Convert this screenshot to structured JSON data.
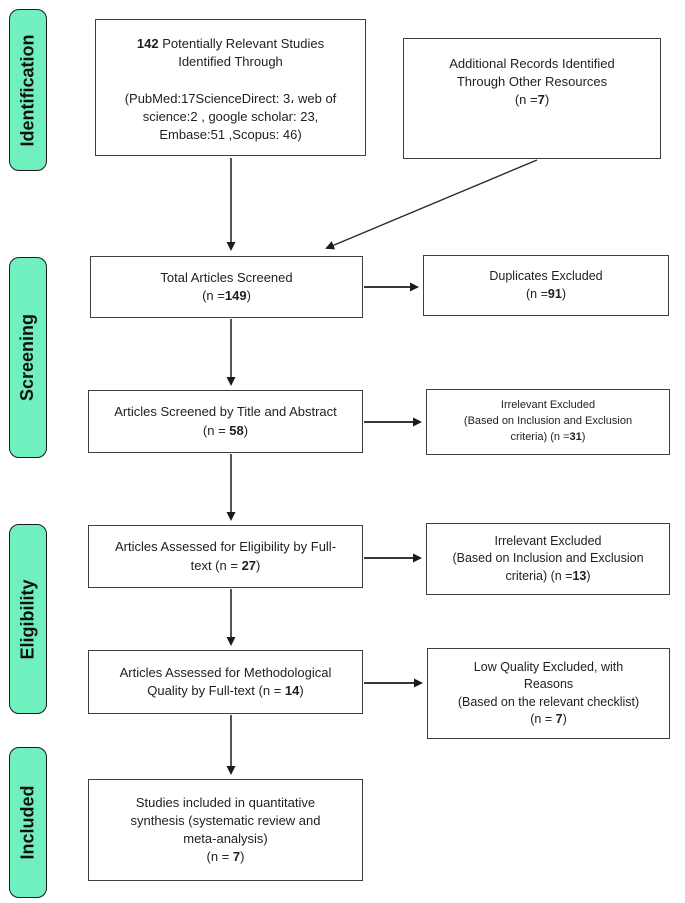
{
  "diagram": {
    "type": "prisma-flow",
    "colors": {
      "stage_fill": "#70f0be",
      "stage_border": "#1b1b1b",
      "box_border": "#3f3f3f",
      "arrow": "#2b2b2b",
      "text": "#1f1f1f"
    },
    "stages": [
      {
        "id": "identification",
        "label": "Identification"
      },
      {
        "id": "screening",
        "label": "Screening"
      },
      {
        "id": "eligibility",
        "label": "Eligibility"
      },
      {
        "id": "included",
        "label": "Included"
      }
    ],
    "boxes": {
      "identified": {
        "lines": [
          "**142** Potentially Relevant Studies",
          "Identified Through",
          "",
          "(PubMed:17ScienceDirect: 3، web of",
          "science:2 , google scholar: 23,",
          "Embase:51 ,Scopus: 46)"
        ]
      },
      "additional_records": {
        "lines": [
          "Additional Records Identified",
          "Through Other Resources",
          "(n =**7**)"
        ]
      },
      "screened_total": {
        "lines": [
          "Total Articles Screened",
          "(n =**149**)"
        ]
      },
      "duplicates_excluded": {
        "lines": [
          "Duplicates Excluded",
          "(n =**91**)"
        ]
      },
      "title_abstract_screened": {
        "lines": [
          "Articles Screened by Title and Abstract",
          "(n = **58**)"
        ]
      },
      "irrelevant_excluded_1": {
        "lines": [
          "Irrelevant Excluded",
          "(Based on Inclusion and Exclusion",
          "criteria)  (n =**31**)"
        ]
      },
      "eligibility_fulltext": {
        "lines": [
          "Articles Assessed for Eligibility by Full-",
          "text (n = **27**)"
        ]
      },
      "irrelevant_excluded_2": {
        "lines": [
          "Irrelevant Excluded",
          "(Based on Inclusion and Exclusion",
          "criteria) (n =**13**)"
        ]
      },
      "methodological_quality": {
        "lines": [
          "Articles Assessed for Methodological",
          "Quality by Full-text (n = **14**)"
        ]
      },
      "low_quality_excluded": {
        "lines": [
          "Low Quality Excluded, with",
          "Reasons",
          "(Based on the relevant checklist)",
          "(n = **7**)"
        ]
      },
      "included_synthesis": {
        "lines": [
          "Studies included in quantitative",
          "synthesis (systematic review and",
          "meta-analysis)",
          "(n = **7**)"
        ]
      }
    },
    "connections": [
      {
        "from": "identified",
        "to": "screened_total"
      },
      {
        "from": "additional_records",
        "to": "screened_total"
      },
      {
        "from": "screened_total",
        "to": "duplicates_excluded"
      },
      {
        "from": "screened_total",
        "to": "title_abstract_screened"
      },
      {
        "from": "title_abstract_screened",
        "to": "irrelevant_excluded_1"
      },
      {
        "from": "title_abstract_screened",
        "to": "eligibility_fulltext"
      },
      {
        "from": "eligibility_fulltext",
        "to": "irrelevant_excluded_2"
      },
      {
        "from": "eligibility_fulltext",
        "to": "methodological_quality"
      },
      {
        "from": "methodological_quality",
        "to": "low_quality_excluded"
      },
      {
        "from": "methodological_quality",
        "to": "included_synthesis"
      }
    ]
  }
}
